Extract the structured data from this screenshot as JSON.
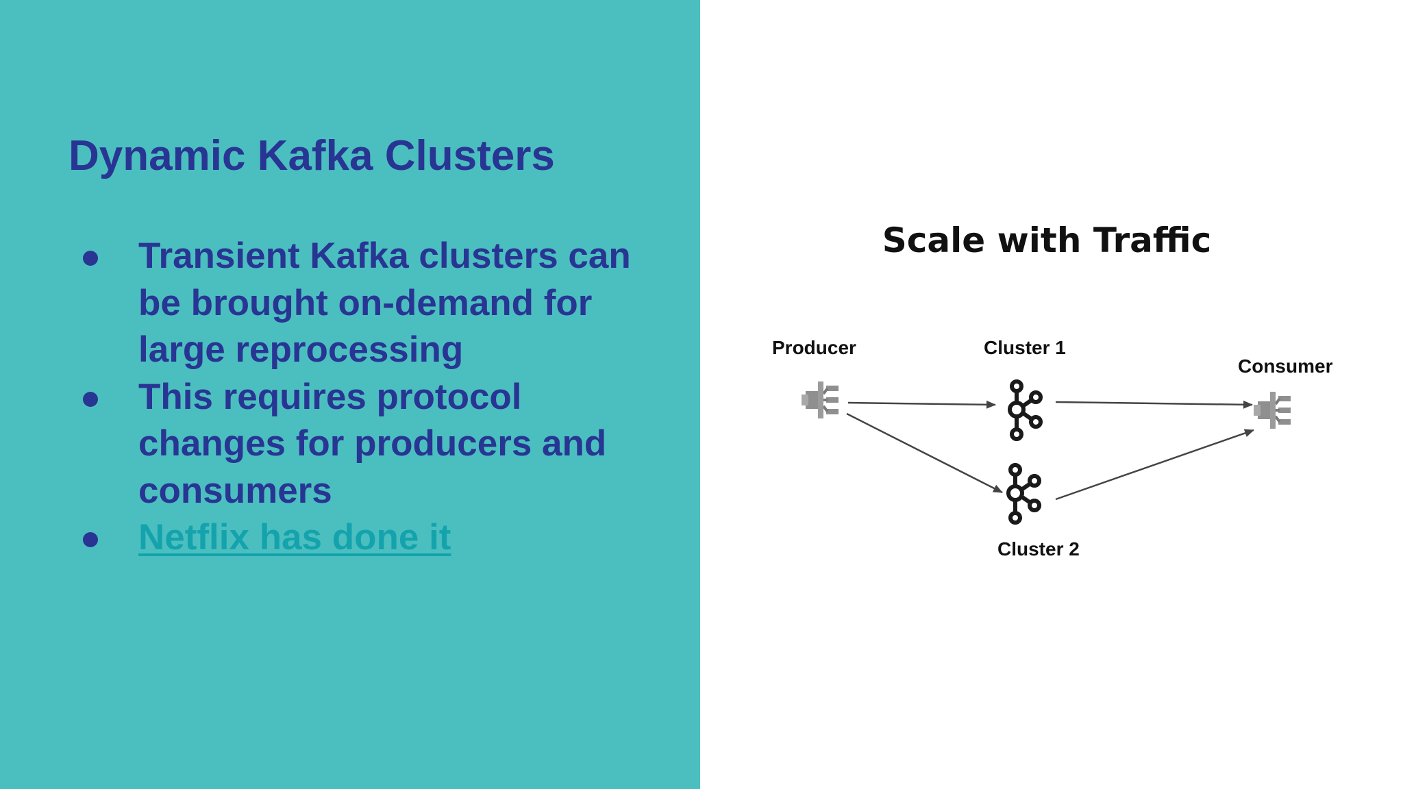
{
  "slide": {
    "title": "Dynamic Kafka Clusters",
    "bullets": [
      {
        "text": "Transient Kafka clusters can be brought on-demand for large reprocessing",
        "is_link": false
      },
      {
        "text": "This requires protocol changes for producers and consumers",
        "is_link": false
      },
      {
        "text": "Netflix has done it",
        "is_link": true
      }
    ]
  },
  "diagram": {
    "title": "Scale with Traffic",
    "nodes": {
      "producer": "Producer",
      "cluster1": "Cluster 1",
      "cluster2": "Cluster 2",
      "consumer": "Consumer"
    },
    "edges": [
      {
        "from": "Producer",
        "to": "Cluster 1"
      },
      {
        "from": "Producer",
        "to": "Cluster 2"
      },
      {
        "from": "Cluster 1",
        "to": "Consumer"
      },
      {
        "from": "Cluster 2",
        "to": "Consumer"
      }
    ]
  },
  "colors": {
    "left_background": "#4bbfbf",
    "title_text": "#283593",
    "link_text": "#14a3ad",
    "right_background": "#ffffff",
    "icon_gray": "#8f8f8f",
    "kafka_icon": "#1a1a1a",
    "arrow": "#444444"
  },
  "icons": {
    "producer": "connector-icon",
    "consumer": "connector-icon",
    "cluster1": "kafka-icon",
    "cluster2": "kafka-icon"
  }
}
